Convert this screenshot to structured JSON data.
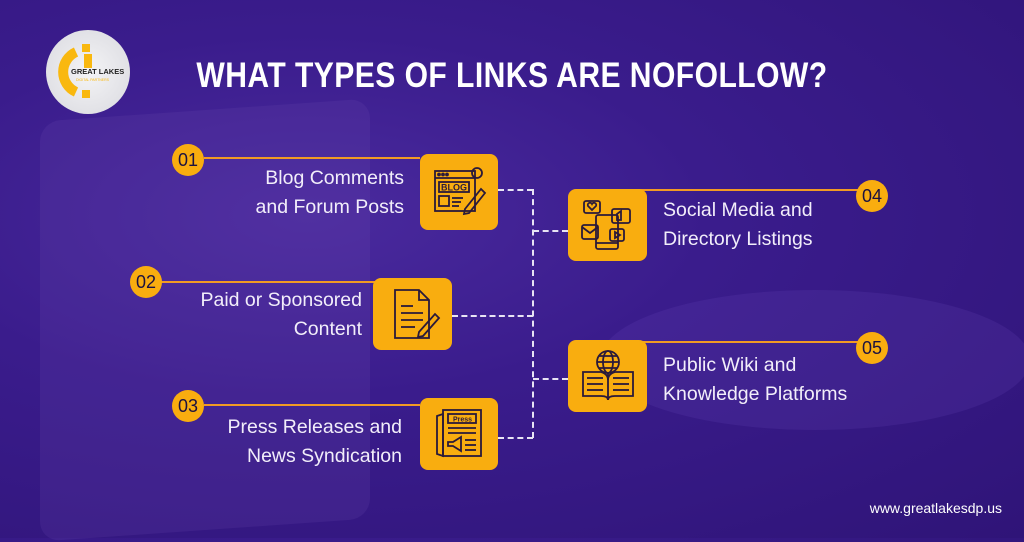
{
  "logo": {
    "line1": "GREAT LAKES",
    "line2": "DIGITAL PARTNERS"
  },
  "title": "WHAT TYPES OF LINKS ARE NOFOLLOW?",
  "items": [
    {
      "number": "01",
      "line1": "Blog Comments",
      "line2": "and Forum Posts",
      "icon": "blog-icon",
      "icon_text": "BLOG"
    },
    {
      "number": "02",
      "line1": "Paid or Sponsored",
      "line2": "Content",
      "icon": "document-edit-icon"
    },
    {
      "number": "03",
      "line1": "Press Releases and",
      "line2": "News Syndication",
      "icon": "press-release-icon",
      "icon_text": "Press"
    },
    {
      "number": "04",
      "line1": "Social Media and",
      "line2": "Directory Listings",
      "icon": "social-media-icon"
    },
    {
      "number": "05",
      "line1": "Public Wiki and",
      "line2": "Knowledge Platforms",
      "icon": "globe-book-icon"
    }
  ],
  "website": "www.greatlakesdp.us",
  "colors": {
    "background": "#3a1c8c",
    "accent": "#f9ad0f",
    "icon_stroke": "#2a1a3a"
  }
}
